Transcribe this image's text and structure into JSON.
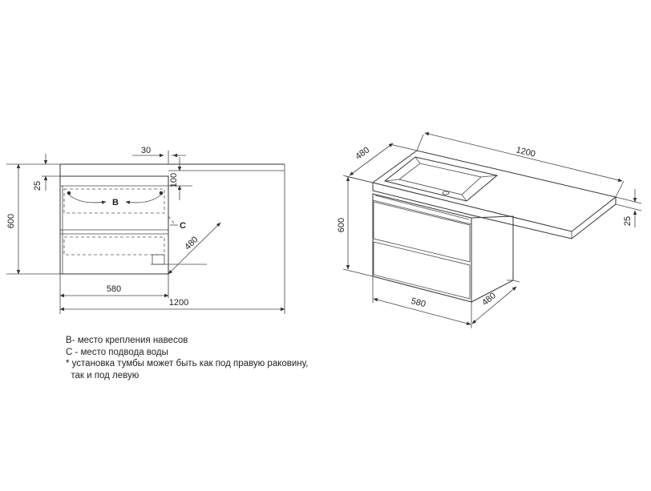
{
  "front_view": {
    "dims": {
      "height_total": "600",
      "top_thickness": "25",
      "edge_offset": "30",
      "drawer_gap": "100",
      "cabinet_width": "580",
      "total_width": "1200",
      "depth": "480"
    },
    "labels": {
      "b": "B",
      "c": "C"
    }
  },
  "iso_view": {
    "dims": {
      "width": "1200",
      "depth_top": "480",
      "height": "600",
      "top_thickness": "25",
      "cabinet_width": "580",
      "cabinet_depth": "480"
    }
  },
  "notes": [
    "B- место крепления навесов",
    "С - место подвода воды",
    "* установка тумбы может быть как под правую раковину,",
    "  так и под левую"
  ]
}
